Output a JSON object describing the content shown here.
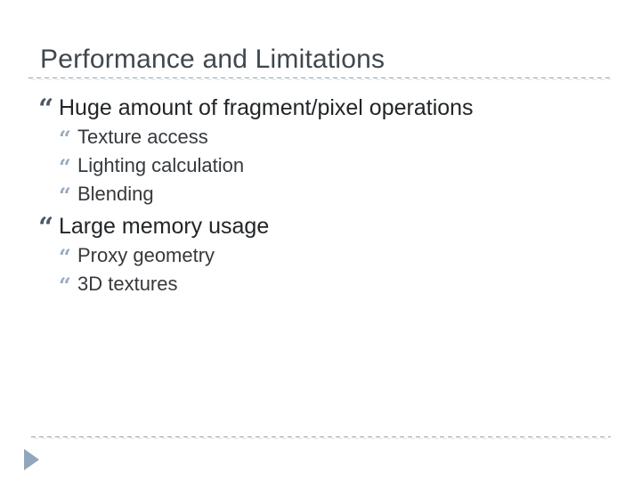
{
  "slide": {
    "title": "Performance and Limitations",
    "bullets": [
      {
        "label": "Huge amount of fragment/pixel operations",
        "children": [
          "Texture access",
          "Lighting calculation",
          "Blending"
        ]
      },
      {
        "label": "Large memory usage",
        "children": [
          "Proxy geometry",
          "3D textures"
        ]
      }
    ],
    "icons": {
      "bullet_glyph": "“",
      "footer_arrow": "play-triangle"
    },
    "colors": {
      "title_text": "#3f474f",
      "body_text": "#212528",
      "bullet_level1": "#4d5866",
      "bullet_level2": "#9aacbe",
      "rule_dash": "#9aa1a6",
      "rule_dash_light": "#dbe7ee",
      "arrow": "#8fa6bc",
      "background": "#ffffff"
    }
  }
}
